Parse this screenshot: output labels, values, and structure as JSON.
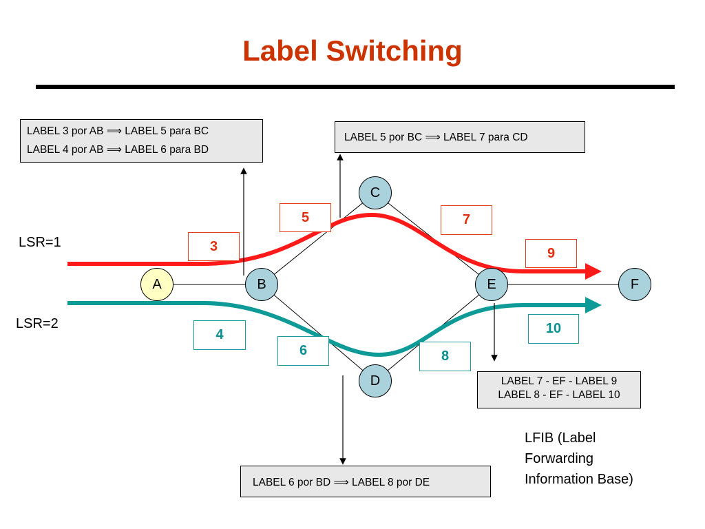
{
  "title": "Label Switching",
  "box_b": {
    "line1": "LABEL 3 por AB ⟹ LABEL 5 para BC",
    "line2": "LABEL 4 por AB ⟹ LABEL 6 para BD"
  },
  "box_c": {
    "line1": "LABEL 5 por BC ⟹ LABEL 7 para CD"
  },
  "box_e": {
    "line1": "LABEL 7 - EF - LABEL 9",
    "line2": "LABEL 8 - EF - LABEL 10"
  },
  "box_d": {
    "line1": "LABEL 6 por BD ⟹ LABEL 8 por DE"
  },
  "nodes": {
    "a": "A",
    "b": "B",
    "c": "C",
    "d": "D",
    "e": "E",
    "f": "F"
  },
  "labels": {
    "l3": "3",
    "l5": "5",
    "l7": "7",
    "l9": "9",
    "l4": "4",
    "l6": "6",
    "l8": "8",
    "l10": "10"
  },
  "lsr1": "LSR=1",
  "lsr2": "LSR=2",
  "lfib": {
    "line1": "LFIB (Label",
    "line2": "Forwarding",
    "line3": "Information Base)"
  },
  "colors": {
    "title": "#cc3300",
    "red_path": "#ff1a1a",
    "teal_path": "#0e9a96",
    "node_fill": "#a9d2dd",
    "node_a_fill": "#ffffc4",
    "box_fill": "#e8e8e8"
  }
}
